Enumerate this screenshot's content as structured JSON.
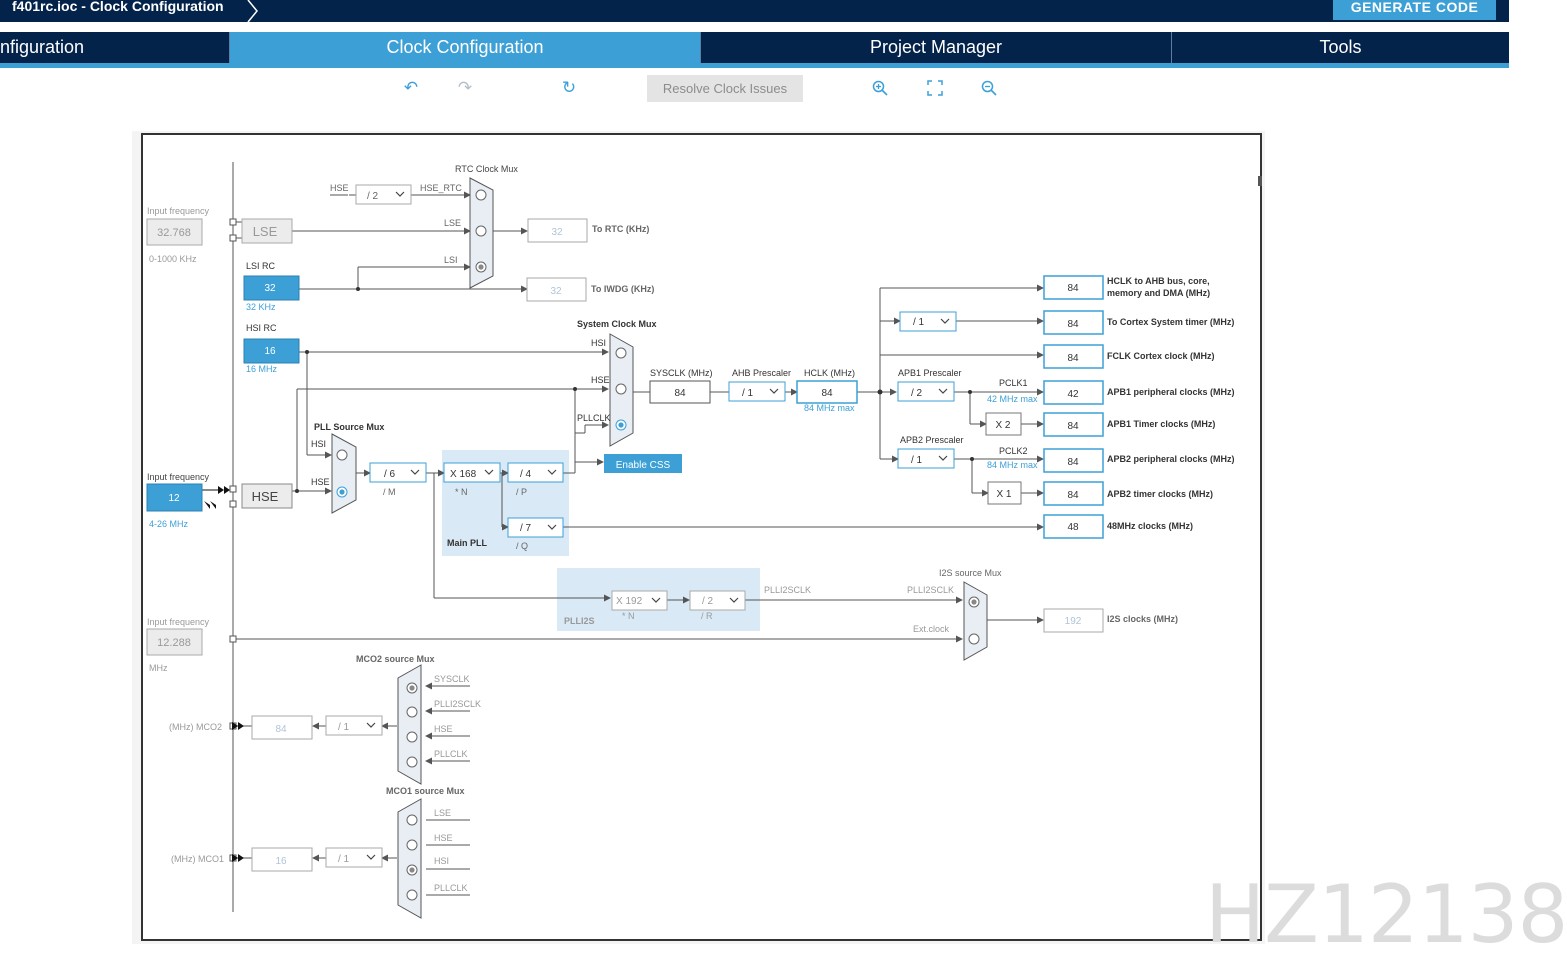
{
  "window": {
    "title": "f401rc.ioc - Clock Configuration",
    "generate_label": "GENERATE CODE"
  },
  "tabs": [
    {
      "label": "nfiguration",
      "active": false
    },
    {
      "label": "Clock Configuration",
      "active": true
    },
    {
      "label": "Project Manager",
      "active": false
    },
    {
      "label": "Tools",
      "active": false
    }
  ],
  "toolbar": {
    "undo_icon": "undo-icon",
    "redo_icon": "redo-icon",
    "reset_icon": "refresh-icon",
    "resolve_label": "Resolve Clock Issues",
    "zoom_in_icon": "zoom-in-icon",
    "fit_icon": "fit-screen-icon",
    "zoom_out_icon": "zoom-out-icon"
  },
  "colors": {
    "navy": "#03234b",
    "accent": "#3ca0d7",
    "pll_bg": "#d9e9f6",
    "mux": "#e8eef3"
  },
  "sources": {
    "lse": {
      "input_label": "Input frequency",
      "value": "32.768",
      "range": "0-1000 KHz",
      "name": "LSE"
    },
    "lsi": {
      "title": "LSI RC",
      "value": "32",
      "unit": "32 KHz"
    },
    "hsi": {
      "title": "HSI RC",
      "value": "16",
      "unit": "16 MHz"
    },
    "hse": {
      "input_label": "Input frequency",
      "value": "12",
      "range": "4-26 MHz",
      "name": "HSE"
    },
    "i2s_ext": {
      "input_label": "Input frequency",
      "value": "12.288",
      "unit": "MHz"
    }
  },
  "rtc": {
    "mux_title": "RTC Clock Mux",
    "hse_label": "HSE",
    "hse_div": "/ 2",
    "hse_rtc": "HSE_RTC",
    "lse_label": "LSE",
    "lsi_label": "LSI",
    "rtc_value": "32",
    "rtc_label": "To RTC (KHz)",
    "iwdg_value": "32",
    "iwdg_label": "To IWDG (KHz)"
  },
  "sysmux": {
    "title": "System Clock Mux",
    "hsi": "HSI",
    "hse": "HSE",
    "pllclk": "PLLCLK",
    "css_label": "Enable CSS"
  },
  "pll": {
    "src_title": "PLL Source Mux",
    "src_hsi": "HSI",
    "src_hse": "HSE",
    "m": "/ 6",
    "m_label": "/ M",
    "n": "X 168",
    "n_label": "* N",
    "p": "/ 4",
    "p_label": "/ P",
    "q": "/ 7",
    "q_label": "/ Q",
    "title": "Main PLL"
  },
  "bus": {
    "sysclk_label": "SYSCLK (MHz)",
    "sysclk": "84",
    "ahb_label": "AHB Prescaler",
    "ahb": "/ 1",
    "hclk_label": "HCLK (MHz)",
    "hclk": "84",
    "hclk_max": "84 MHz max",
    "apb1_label": "APB1 Prescaler",
    "apb1": "/ 2",
    "pclk1": "PCLK1",
    "pclk1_max": "42 MHz max",
    "apb2_label": "APB2 Prescaler",
    "apb2": "/ 1",
    "pclk2": "PCLK2",
    "pclk2_max": "84 MHz max",
    "cortex_div": "/ 1",
    "x2": "X 2",
    "x1": "X 1"
  },
  "outputs": [
    {
      "value": "84",
      "label": "HCLK to AHB bus, core,",
      "label2": "memory and DMA (MHz)"
    },
    {
      "value": "84",
      "label": "To Cortex System timer (MHz)"
    },
    {
      "value": "84",
      "label": "FCLK Cortex clock (MHz)"
    },
    {
      "value": "42",
      "label": "APB1 peripheral clocks (MHz)"
    },
    {
      "value": "84",
      "label": "APB1 Timer clocks (MHz)"
    },
    {
      "value": "84",
      "label": "APB2 peripheral clocks (MHz)"
    },
    {
      "value": "84",
      "label": "APB2 timer clocks (MHz)"
    },
    {
      "value": "48",
      "label": "48MHz clocks (MHz)"
    }
  ],
  "plli2s": {
    "n": "X 192",
    "n_label": "* N",
    "r": "/ 2",
    "r_label": "/ R",
    "title": "PLLI2S",
    "out_label": "PLLI2SCLK",
    "mux_title": "I2S source Mux",
    "mux_in1": "PLLI2SCLK",
    "mux_in2": "Ext.clock",
    "out_value": "192",
    "out_caption": "I2S clocks (MHz)"
  },
  "mco2": {
    "title": "MCO2 source Mux",
    "inputs": [
      "SYSCLK",
      "PLLI2SCLK",
      "HSE",
      "PLLCLK"
    ],
    "div": "/ 1",
    "value": "84",
    "label": "(MHz) MCO2"
  },
  "mco1": {
    "title": "MCO1 source Mux",
    "inputs": [
      "LSE",
      "HSE",
      "HSI",
      "PLLCLK"
    ],
    "div": "/ 1",
    "value": "16",
    "label": "(MHz) MCO1"
  },
  "watermark": "HZ12138"
}
